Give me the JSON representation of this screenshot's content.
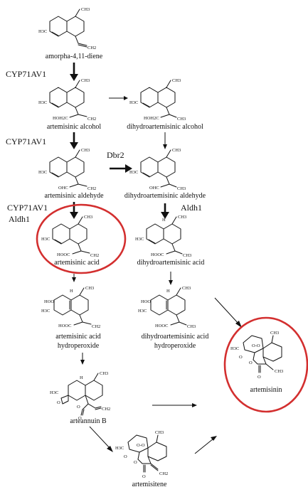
{
  "compounds": [
    {
      "name": "amorpha-4,11-diene"
    },
    {
      "name": "artemisinic alcohol"
    },
    {
      "name": "dihydroartemisinic alcohol"
    },
    {
      "name": "artemisinic aldehyde"
    },
    {
      "name": "dihydroartemisinic aldehyde"
    },
    {
      "name": "artemisinic acid"
    },
    {
      "name": "dihydroartemisinic acid"
    },
    {
      "name": "artemisinic acid",
      "name2": "hydroperoxide"
    },
    {
      "name": "dihydroartemisinic acid",
      "name2": "hydroperoxide"
    },
    {
      "name": "arteannuin B"
    },
    {
      "name": "artemisinin"
    },
    {
      "name": "artemisitene"
    }
  ],
  "enzymes": {
    "cyp1": "CYP71AV1",
    "cyp2": "CYP71AV1",
    "cyp3": "CYP71AV1",
    "aldh1_left": "Aldh1",
    "dbr2": "Dbr2",
    "aldh1_right": "Aldh1"
  },
  "groups": {
    "h3c": "H3C",
    "ch3": "CH3",
    "ch2": "CH2",
    "hoh2c": "HOH2C",
    "ohc": "OHC",
    "hooc": "HOOC",
    "hoo": "HOO",
    "h": "H",
    "o": "O",
    "oo": "O-O"
  },
  "highlight_color": "#d32f2f"
}
